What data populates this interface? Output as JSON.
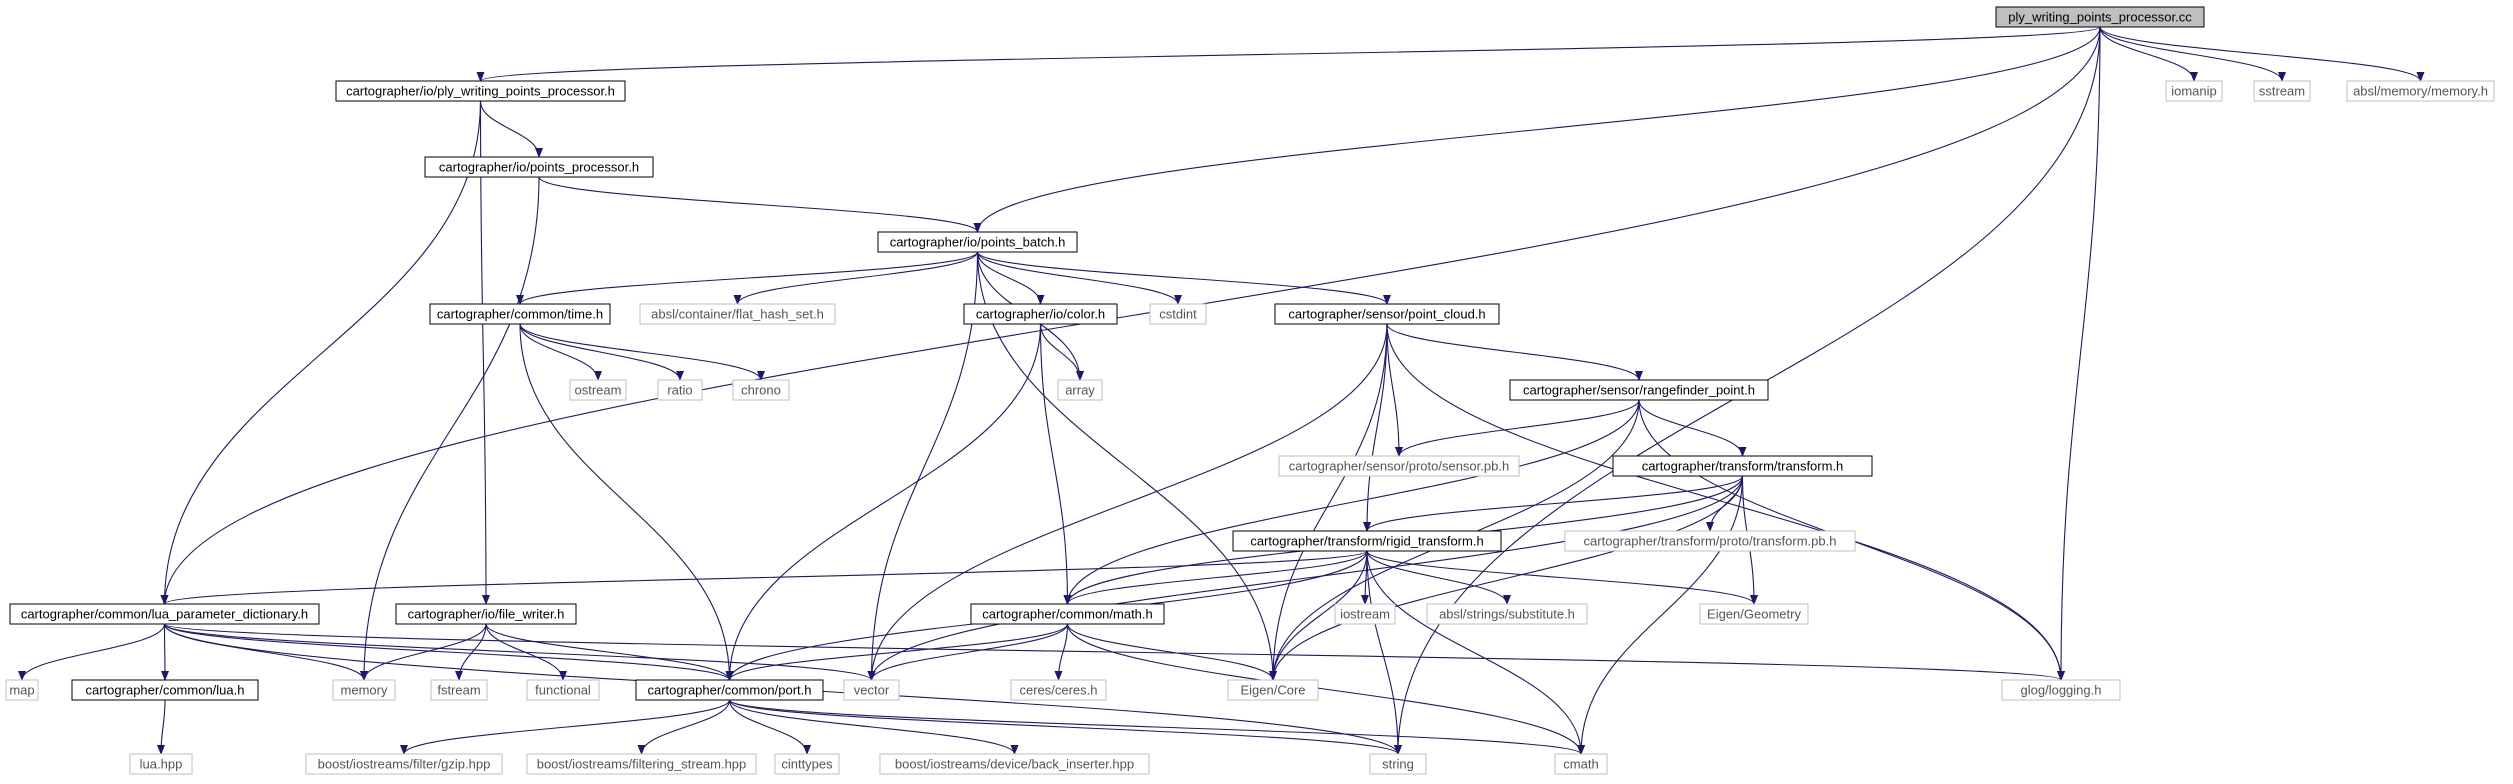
{
  "diagram": {
    "nodes": [
      {
        "id": "root",
        "label": "ply_writing_points_processor.cc",
        "kind": "root"
      },
      {
        "id": "pwpp_h",
        "label": "cartographer/io/ply_writing_points_processor.h",
        "kind": "project"
      },
      {
        "id": "iomanip",
        "label": "iomanip",
        "kind": "system"
      },
      {
        "id": "sstream",
        "label": "sstream",
        "kind": "system"
      },
      {
        "id": "absl_memory",
        "label": "absl/memory/memory.h",
        "kind": "system"
      },
      {
        "id": "points_processor",
        "label": "cartographer/io/points_processor.h",
        "kind": "project"
      },
      {
        "id": "points_batch",
        "label": "cartographer/io/points_batch.h",
        "kind": "project"
      },
      {
        "id": "time_h",
        "label": "cartographer/common/time.h",
        "kind": "project"
      },
      {
        "id": "flat_hash_set",
        "label": "absl/container/flat_hash_set.h",
        "kind": "system"
      },
      {
        "id": "color_h",
        "label": "cartographer/io/color.h",
        "kind": "project"
      },
      {
        "id": "cstdint",
        "label": "cstdint",
        "kind": "system"
      },
      {
        "id": "point_cloud",
        "label": "cartographer/sensor/point_cloud.h",
        "kind": "project"
      },
      {
        "id": "ostream",
        "label": "ostream",
        "kind": "system"
      },
      {
        "id": "ratio",
        "label": "ratio",
        "kind": "system"
      },
      {
        "id": "chrono",
        "label": "chrono",
        "kind": "system"
      },
      {
        "id": "array",
        "label": "array",
        "kind": "system"
      },
      {
        "id": "rangefinder",
        "label": "cartographer/sensor/rangefinder_point.h",
        "kind": "project"
      },
      {
        "id": "sensor_pb",
        "label": "cartographer/sensor/proto/sensor.pb.h",
        "kind": "system"
      },
      {
        "id": "transform_h",
        "label": "cartographer/transform/transform.h",
        "kind": "project"
      },
      {
        "id": "transform_pb",
        "label": "cartographer/transform/proto/transform.pb.h",
        "kind": "system"
      },
      {
        "id": "rigid",
        "label": "cartographer/transform/rigid_transform.h",
        "kind": "project"
      },
      {
        "id": "lua_param",
        "label": "cartographer/common/lua_parameter_dictionary.h",
        "kind": "project"
      },
      {
        "id": "file_writer",
        "label": "cartographer/io/file_writer.h",
        "kind": "project"
      },
      {
        "id": "math_h",
        "label": "cartographer/common/math.h",
        "kind": "project"
      },
      {
        "id": "iostream",
        "label": "iostream",
        "kind": "system"
      },
      {
        "id": "substitute",
        "label": "absl/strings/substitute.h",
        "kind": "system"
      },
      {
        "id": "eigen_geo",
        "label": "Eigen/Geometry",
        "kind": "system"
      },
      {
        "id": "map",
        "label": "map",
        "kind": "system"
      },
      {
        "id": "lua_h",
        "label": "cartographer/common/lua.h",
        "kind": "project"
      },
      {
        "id": "memory",
        "label": "memory",
        "kind": "system"
      },
      {
        "id": "fstream",
        "label": "fstream",
        "kind": "system"
      },
      {
        "id": "functional",
        "label": "functional",
        "kind": "system"
      },
      {
        "id": "port_h",
        "label": "cartographer/common/port.h",
        "kind": "project"
      },
      {
        "id": "vector",
        "label": "vector",
        "kind": "system"
      },
      {
        "id": "ceres",
        "label": "ceres/ceres.h",
        "kind": "system"
      },
      {
        "id": "eigen_core",
        "label": "Eigen/Core",
        "kind": "system"
      },
      {
        "id": "glog",
        "label": "glog/logging.h",
        "kind": "system"
      },
      {
        "id": "lua_hpp",
        "label": "lua.hpp",
        "kind": "system"
      },
      {
        "id": "gzip",
        "label": "boost/iostreams/filter/gzip.hpp",
        "kind": "system"
      },
      {
        "id": "filtering",
        "label": "boost/iostreams/filtering_stream.hpp",
        "kind": "system"
      },
      {
        "id": "cinttypes",
        "label": "cinttypes",
        "kind": "system"
      },
      {
        "id": "back_inserter",
        "label": "boost/iostreams/device/back_inserter.hpp",
        "kind": "system"
      },
      {
        "id": "string",
        "label": "string",
        "kind": "system"
      },
      {
        "id": "cmath",
        "label": "cmath",
        "kind": "system"
      }
    ],
    "edges": [
      [
        "root",
        "pwpp_h"
      ],
      [
        "root",
        "iomanip"
      ],
      [
        "root",
        "sstream"
      ],
      [
        "root",
        "absl_memory"
      ],
      [
        "root",
        "points_batch"
      ],
      [
        "root",
        "lua_param"
      ],
      [
        "root",
        "glog"
      ],
      [
        "root",
        "string"
      ],
      [
        "pwpp_h",
        "points_processor"
      ],
      [
        "pwpp_h",
        "lua_param"
      ],
      [
        "pwpp_h",
        "file_writer"
      ],
      [
        "points_processor",
        "points_batch"
      ],
      [
        "points_processor",
        "memory"
      ],
      [
        "points_batch",
        "time_h"
      ],
      [
        "points_batch",
        "flat_hash_set"
      ],
      [
        "points_batch",
        "color_h"
      ],
      [
        "points_batch",
        "cstdint"
      ],
      [
        "points_batch",
        "point_cloud"
      ],
      [
        "points_batch",
        "array"
      ],
      [
        "points_batch",
        "vector"
      ],
      [
        "points_batch",
        "eigen_core"
      ],
      [
        "time_h",
        "ostream"
      ],
      [
        "time_h",
        "ratio"
      ],
      [
        "time_h",
        "chrono"
      ],
      [
        "time_h",
        "port_h"
      ],
      [
        "color_h",
        "array"
      ],
      [
        "color_h",
        "math_h"
      ],
      [
        "color_h",
        "port_h"
      ],
      [
        "point_cloud",
        "rangefinder"
      ],
      [
        "point_cloud",
        "sensor_pb"
      ],
      [
        "point_cloud",
        "rigid"
      ],
      [
        "point_cloud",
        "eigen_core"
      ],
      [
        "point_cloud",
        "glog"
      ],
      [
        "point_cloud",
        "vector"
      ],
      [
        "rangefinder",
        "sensor_pb"
      ],
      [
        "rangefinder",
        "transform_h"
      ],
      [
        "rangefinder",
        "math_h"
      ],
      [
        "rangefinder",
        "eigen_core"
      ],
      [
        "rangefinder",
        "glog"
      ],
      [
        "transform_h",
        "transform_pb"
      ],
      [
        "transform_h",
        "rigid"
      ],
      [
        "transform_h",
        "eigen_geo"
      ],
      [
        "transform_h",
        "math_h"
      ],
      [
        "transform_h",
        "eigen_core"
      ],
      [
        "transform_h",
        "cmath"
      ],
      [
        "transform_h",
        "vector"
      ],
      [
        "rigid",
        "lua_param"
      ],
      [
        "rigid",
        "math_h"
      ],
      [
        "rigid",
        "iostream"
      ],
      [
        "rigid",
        "substitute"
      ],
      [
        "rigid",
        "eigen_geo"
      ],
      [
        "rigid",
        "eigen_core"
      ],
      [
        "rigid",
        "port_h"
      ],
      [
        "rigid",
        "string"
      ],
      [
        "rigid",
        "cmath"
      ],
      [
        "lua_param",
        "map"
      ],
      [
        "lua_param",
        "lua_h"
      ],
      [
        "lua_param",
        "memory"
      ],
      [
        "lua_param",
        "vector"
      ],
      [
        "lua_param",
        "port_h"
      ],
      [
        "lua_param",
        "glog"
      ],
      [
        "lua_param",
        "string"
      ],
      [
        "lua_h",
        "lua_hpp"
      ],
      [
        "file_writer",
        "memory"
      ],
      [
        "file_writer",
        "fstream"
      ],
      [
        "file_writer",
        "functional"
      ],
      [
        "file_writer",
        "port_h"
      ],
      [
        "math_h",
        "port_h"
      ],
      [
        "math_h",
        "vector"
      ],
      [
        "math_h",
        "ceres"
      ],
      [
        "math_h",
        "eigen_core"
      ],
      [
        "math_h",
        "cmath"
      ],
      [
        "port_h",
        "gzip"
      ],
      [
        "port_h",
        "filtering"
      ],
      [
        "port_h",
        "cinttypes"
      ],
      [
        "port_h",
        "back_inserter"
      ],
      [
        "port_h",
        "string"
      ],
      [
        "port_h",
        "cmath"
      ]
    ]
  },
  "colors": {
    "edge": "#191970",
    "root_fill": "#bfbfbf",
    "project_border": "#000000",
    "system_border": "#bfbfbf",
    "system_text": "#555555"
  }
}
